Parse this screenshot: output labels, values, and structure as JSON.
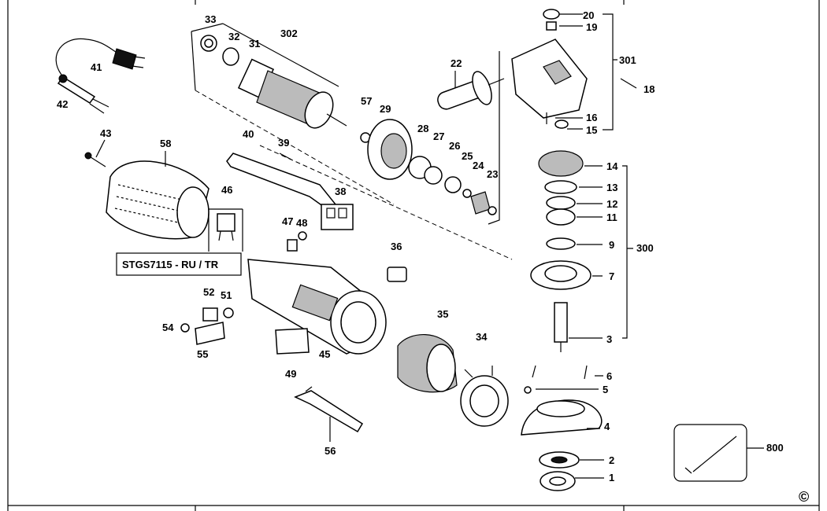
{
  "labels": {
    "p1": "1",
    "p2": "2",
    "p3": "3",
    "p4": "4",
    "p5": "5",
    "p6": "6",
    "p7": "7",
    "p9": "9",
    "p11": "11",
    "p12": "12",
    "p13": "13",
    "p14": "14",
    "p15": "15",
    "p16": "16",
    "p18": "18",
    "p19": "19",
    "p20": "20",
    "p22": "22",
    "p23": "23",
    "p24": "24",
    "p25": "25",
    "p26": "26",
    "p27": "27",
    "p28": "28",
    "p29": "29",
    "p31": "31",
    "p32": "32",
    "p33": "33",
    "p34": "34",
    "p35": "35",
    "p36": "36",
    "p38": "38",
    "p39": "39",
    "p40": "40",
    "p41": "41",
    "p42": "42",
    "p43": "43",
    "p45": "45",
    "p46": "46",
    "p47": "47",
    "p48": "48",
    "p49": "49",
    "p51": "51",
    "p52": "52",
    "p54": "54",
    "p55": "55",
    "p56": "56",
    "p57": "57",
    "p58": "58",
    "p300": "300",
    "p301": "301",
    "p302": "302",
    "p800": "800"
  },
  "variant_box": "STGS7115 - RU / TR",
  "copyright": "©"
}
